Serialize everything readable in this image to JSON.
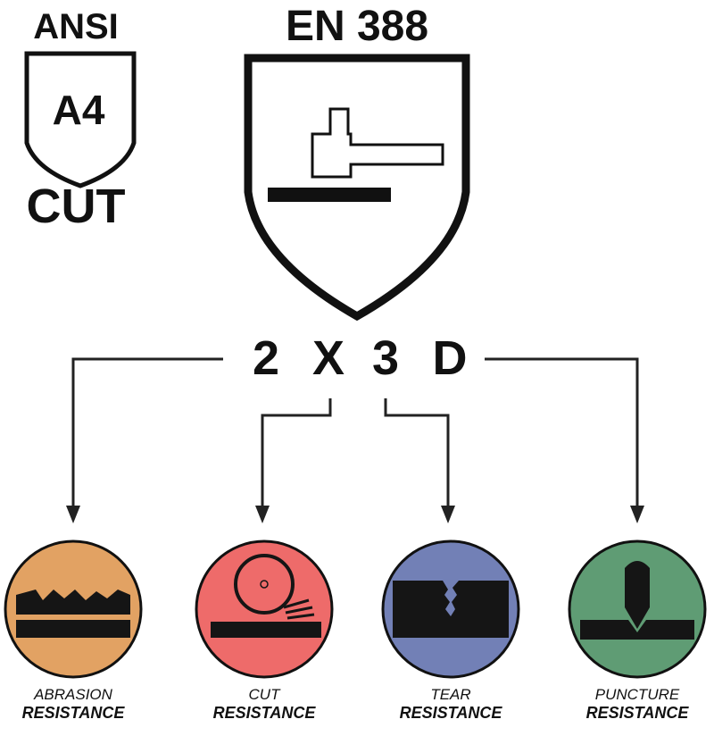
{
  "ansi": {
    "title": "ANSI",
    "level": "A4",
    "caption": "CUT"
  },
  "en388": {
    "title": "EN 388",
    "codes": [
      "2",
      "X",
      "3",
      "D"
    ]
  },
  "categories": [
    {
      "line1": "ABRASION",
      "line2": "RESISTANCE",
      "color": "#E2A263"
    },
    {
      "line1": "CUT",
      "line2": "RESISTANCE",
      "color": "#EE6B6A"
    },
    {
      "line1": "TEAR",
      "line2": "RESISTANCE",
      "color": "#7280B6"
    },
    {
      "line1": "PUNCTURE",
      "line2": "RESISTANCE",
      "color": "#5F9C74"
    }
  ],
  "icons": {
    "ansi_shield": "shield-icon",
    "en388_shield": "shield-with-hammer-icon",
    "abrasion": "abrasion-icon",
    "cut": "cut-blade-icon",
    "tear": "tear-icon",
    "puncture": "puncture-spike-icon"
  }
}
